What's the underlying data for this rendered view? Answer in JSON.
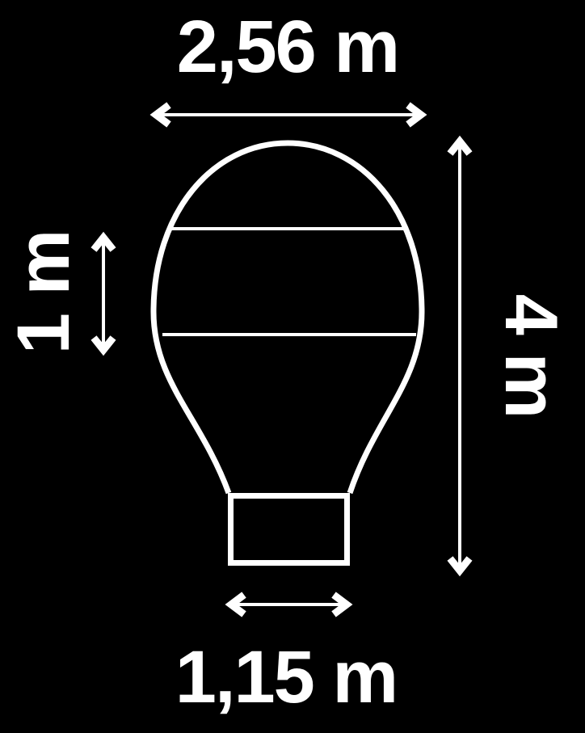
{
  "colors": {
    "background": "#000000",
    "foreground": "#ffffff"
  },
  "figure": {
    "subject": "hot-air-balloon-dimension-diagram"
  },
  "dimensions": {
    "envelope_width": {
      "label": "2,56 m",
      "position": "top",
      "orientation": "horizontal"
    },
    "total_height": {
      "label": "4 m",
      "position": "right",
      "orientation": "vertical"
    },
    "band_height": {
      "label": "1 m",
      "position": "left",
      "orientation": "vertical"
    },
    "basket_width": {
      "label": "1,15 m",
      "position": "bottom",
      "orientation": "horizontal"
    }
  }
}
